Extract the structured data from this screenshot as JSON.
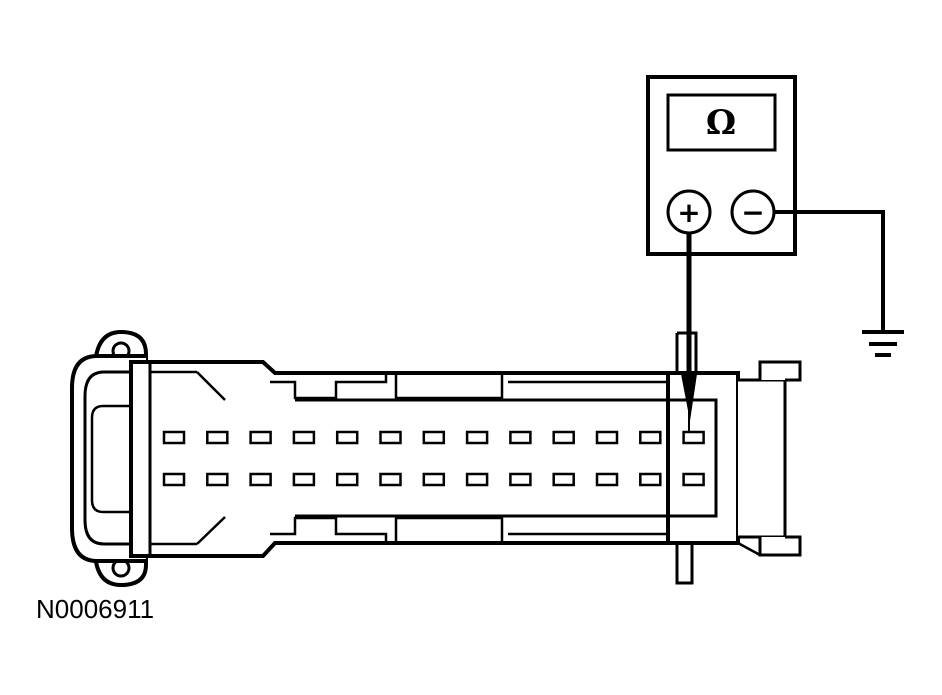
{
  "meter": {
    "display": "Ω",
    "positive_terminal": "+",
    "negative_terminal": "−"
  },
  "connector": {
    "rows": 2,
    "pins_per_row": 13,
    "probed_row": 1,
    "probed_pin": 13
  },
  "figure_id": "N0006911"
}
